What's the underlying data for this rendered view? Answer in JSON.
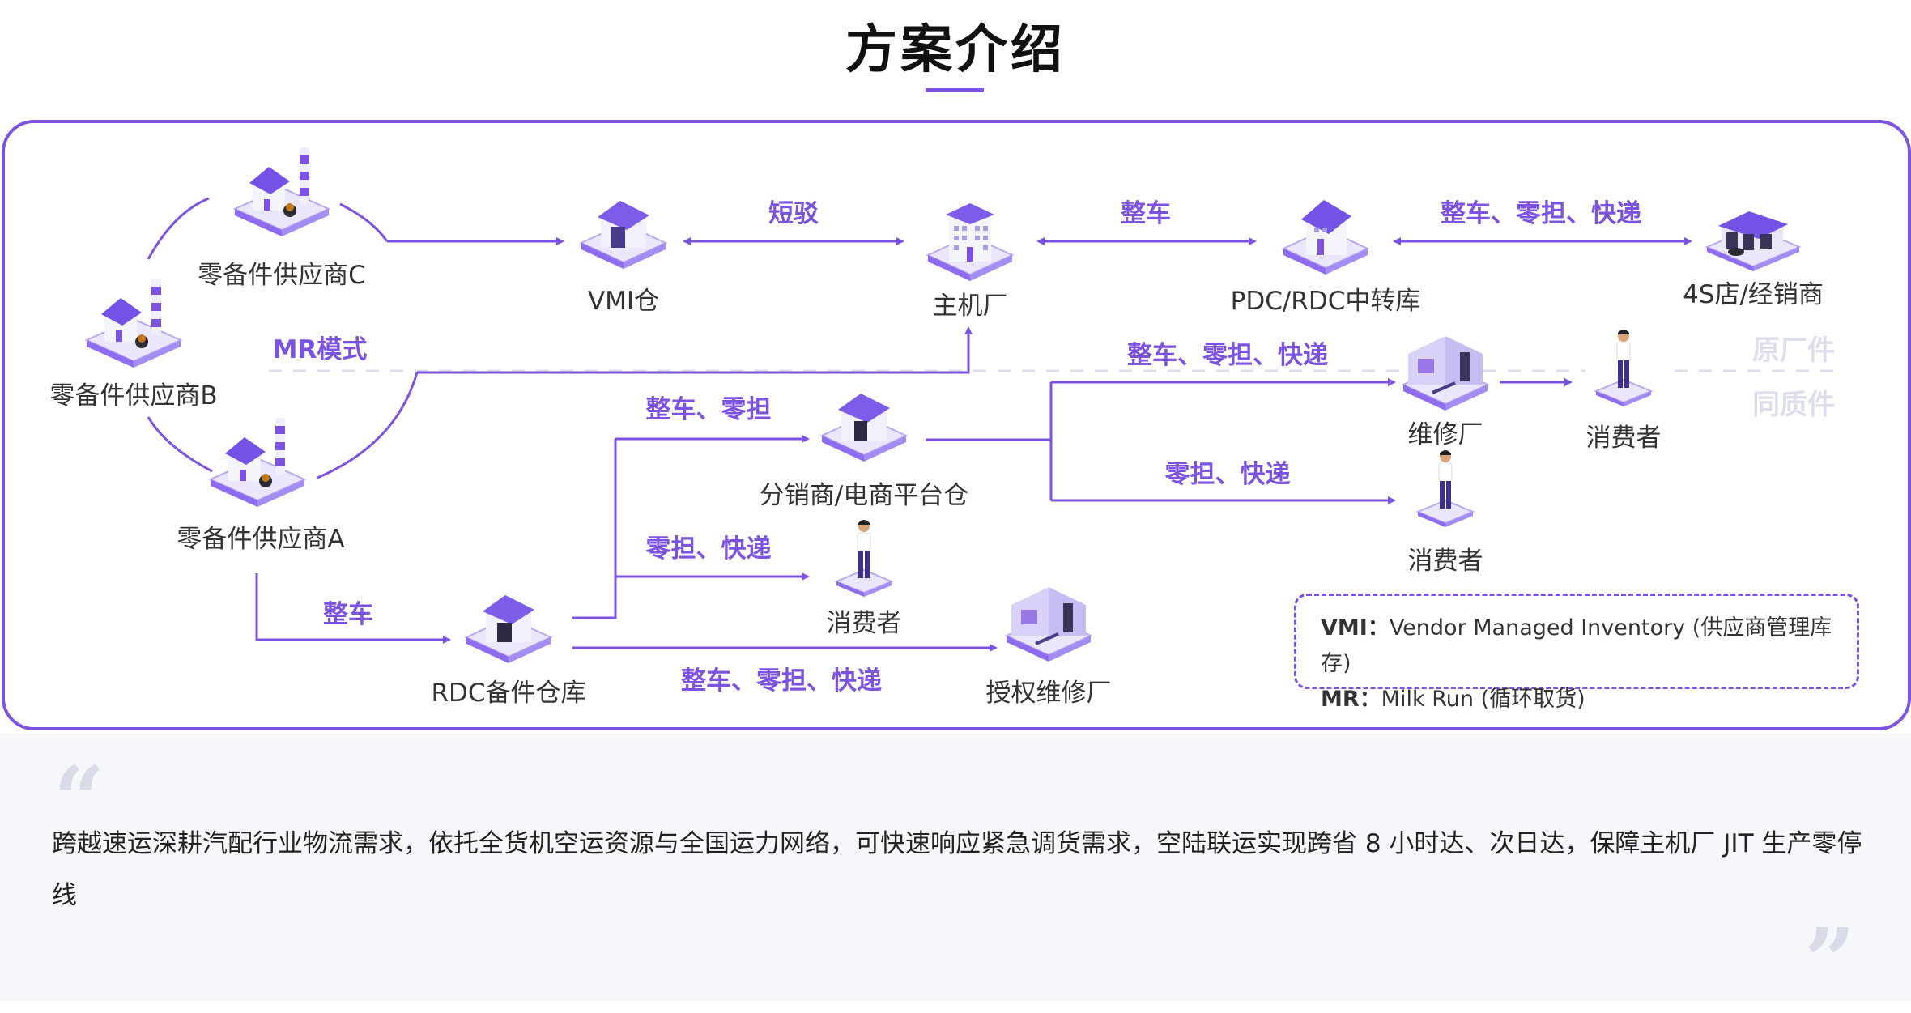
{
  "header": {
    "title": "方案介绍"
  },
  "colors": {
    "accent": "#7c52e0",
    "side_label": "#dcdfeb",
    "bottom_bg": "#f6f7fb"
  },
  "nodes": {
    "supplier_c": {
      "label": "零备件供应商C",
      "icon": "factory-icon"
    },
    "supplier_b": {
      "label": "零备件供应商B",
      "icon": "factory-icon"
    },
    "supplier_a": {
      "label": "零备件供应商A",
      "icon": "factory-icon"
    },
    "vmi": {
      "label": "VMI仓",
      "icon": "warehouse-icon"
    },
    "oem": {
      "label": "主机厂",
      "icon": "office-building-icon"
    },
    "pdc": {
      "label": "PDC/RDC中转库",
      "icon": "house-icon"
    },
    "dealer": {
      "label": "4S店/经销商",
      "icon": "car-showroom-icon"
    },
    "repair": {
      "label": "维修厂",
      "icon": "repair-shop-icon"
    },
    "consumer_top": {
      "label": "消费者",
      "icon": "person-icon"
    },
    "consumer_mid": {
      "label": "消费者",
      "icon": "person-icon"
    },
    "distributor": {
      "label": "分销商/电商平台仓",
      "icon": "warehouse-icon"
    },
    "consumer_low": {
      "label": "消费者",
      "icon": "person-icon"
    },
    "rdc": {
      "label": "RDC备件仓库",
      "icon": "warehouse-icon"
    },
    "auth_repair": {
      "label": "授权维修厂",
      "icon": "repair-shop-icon"
    }
  },
  "edges": {
    "vmi_oem": "短驳",
    "oem_pdc": "整车",
    "pdc_dealer": "整车、零担、快递",
    "mr_mode": "MR模式",
    "to_repair": "整车、零担、快递",
    "rdc_distributor": "整车、零担",
    "dist_consumer": "零担、快递",
    "rdc_consumer": "零担、快递",
    "supplier_rdc": "整车",
    "rdc_auth_repair": "整车、零担、快递"
  },
  "side_labels": {
    "original": "原厂件",
    "equivalent": "同质件"
  },
  "legend": {
    "vmi_key": "VMI：",
    "vmi_value": "Vendor Managed Inventory (供应商管理库存)",
    "mr_key": "MR：",
    "mr_value": "Milk Run (循环取货)"
  },
  "description": "跨越速运深耕汽配行业物流需求，依托全货机空运资源与全国运力网络，可快速响应紧急调货需求，空陆联运实现跨省 8 小时达、次日达，保障主机厂 JIT 生产零停线",
  "quotes": {
    "open": "“",
    "close": "”"
  }
}
